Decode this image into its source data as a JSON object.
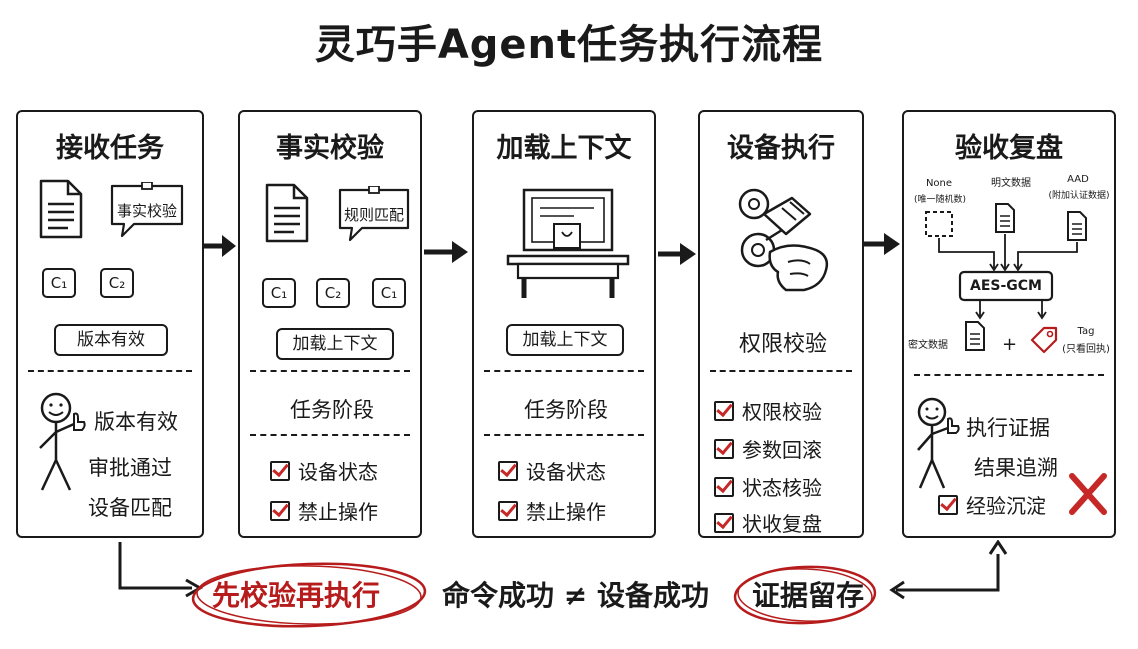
{
  "title": "灵巧手Agent任务执行流程",
  "panels": [
    {
      "title": "接收任务",
      "bubble": "事实校验",
      "tags": [
        "C₁",
        "C₂"
      ],
      "pill": "版本有效",
      "lines": [
        "版本有效",
        "审批通过",
        "设备匹配"
      ]
    },
    {
      "title": "事实校验",
      "bubble": "规则匹配",
      "tags": [
        "C₁",
        "C₂",
        "C₁"
      ],
      "pill": "加载上下文",
      "section": "任务阶段",
      "checks": [
        "设备状态",
        "禁止操作"
      ]
    },
    {
      "title": "加载上下文",
      "pill": "加载上下文",
      "section": "任务阶段",
      "checks": [
        "设备状态",
        "禁止操作"
      ]
    },
    {
      "title": "设备执行",
      "label": "权限校验",
      "checks": [
        "权限校验",
        "参数回滚",
        "状态核验",
        "状收复盘"
      ]
    },
    {
      "title": "验收复盘",
      "inputs": [
        {
          "name": "None",
          "sub": "(唯一随机数)"
        },
        {
          "name": "明文数据",
          "sub": ""
        },
        {
          "name": "AAD",
          "sub": "(附加认证数据)"
        }
      ],
      "cipher": "AES-GCM",
      "out_left": "密文数据",
      "plus": "+",
      "tag_name": "Tag",
      "tag_sub": "(只看回执)",
      "lines": [
        "执行证据",
        "结果追溯"
      ],
      "check": "经验沉淀"
    }
  ],
  "bottom": {
    "left": "先校验再执行",
    "middle": "命令成功 ≠ 设备成功",
    "right": "证据留存"
  },
  "colors": {
    "accent_red": "#b71c1c",
    "ink": "#1a1a1a"
  }
}
